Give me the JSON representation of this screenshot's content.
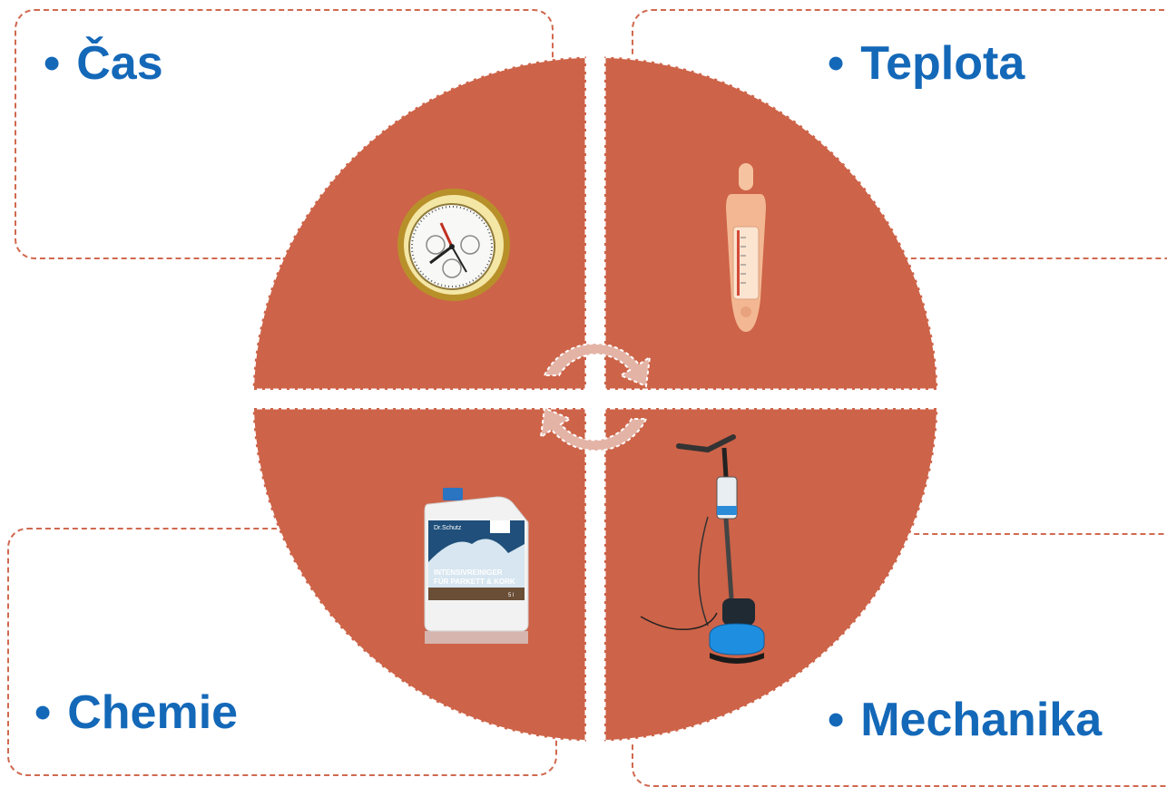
{
  "quadrants": {
    "top_left": {
      "label": "Čas",
      "icon": "stopwatch-icon"
    },
    "top_right": {
      "label": "Teplota",
      "icon": "thermometer-icon"
    },
    "bottom_left": {
      "label": "Chemie",
      "icon": "cleaner-canister-icon"
    },
    "bottom_right": {
      "label": "Mechanika",
      "icon": "floor-machine-icon"
    }
  },
  "bullet": "•",
  "canister": {
    "brand": "Dr.Schutz",
    "product_line1": "INTENSIVREINIGER",
    "product_line2": "FÜR PARKETT & KORK",
    "volume": "5 l"
  },
  "colors": {
    "quadrant_fill": "#cd6348",
    "box_border": "#d0694f",
    "label_text": "#1468b8",
    "cycle_arrows": "#e3b3a5"
  }
}
